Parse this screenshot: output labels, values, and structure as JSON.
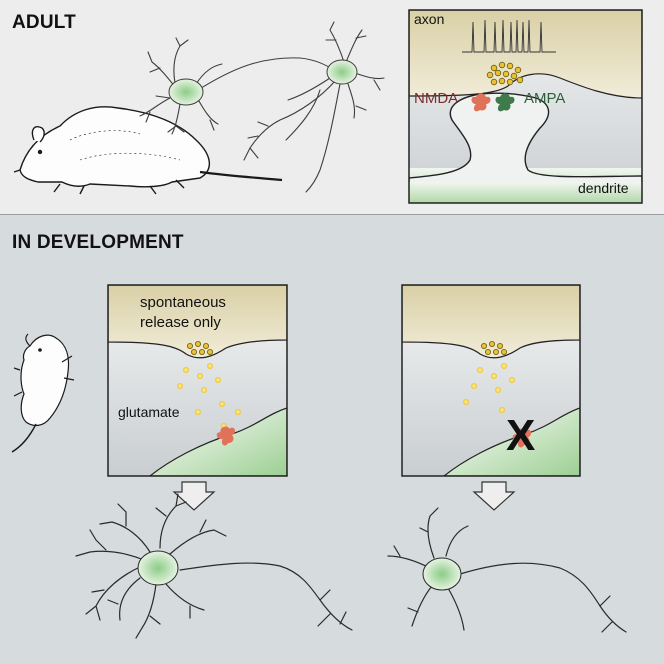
{
  "sections": {
    "adult": {
      "title": "ADULT",
      "synapse_labels": {
        "axon": "axon",
        "nmda": "NMDA",
        "ampa": "AMPA",
        "dendrite": "dendrite"
      }
    },
    "development": {
      "title": "IN DEVELOPMENT",
      "left_panel": {
        "caption": "spontaneous release only",
        "caption_line1": "spontaneous",
        "caption_line2": "release only",
        "glutamate": "glutamate"
      },
      "right_panel": {
        "block_mark": "X"
      }
    }
  },
  "colors": {
    "nmda": "#e0725a",
    "ampa": "#3f7a4a",
    "vesicle": "#e8c02a",
    "neuron_soma": "#9fd39a",
    "axon_region": "#e4dcbc",
    "dendrite_region": "#bfe0b6"
  }
}
